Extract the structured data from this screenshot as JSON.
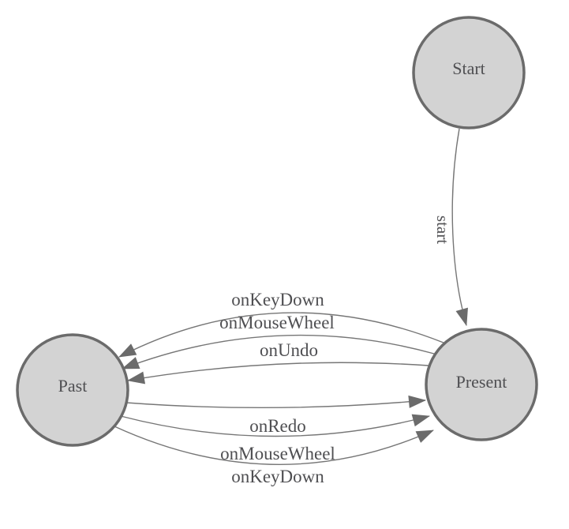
{
  "diagram": {
    "type": "state-machine",
    "background": "#ffffff",
    "colors": {
      "node_fill": "#d3d3d3",
      "node_border": "#6b6b6b",
      "edge_line": "#767676",
      "arrowhead": "#6b6b6b",
      "label_text": "#4f4f52"
    },
    "nodes": {
      "start": {
        "label": "Start"
      },
      "present": {
        "label": "Present"
      },
      "past": {
        "label": "Past"
      }
    },
    "edges": {
      "start_to_present": {
        "from": "Start",
        "to": "Present",
        "label": "start"
      },
      "present_to_past": [
        {
          "from": "Present",
          "to": "Past",
          "label": "onKeyDown"
        },
        {
          "from": "Present",
          "to": "Past",
          "label": "onMouseWheel"
        },
        {
          "from": "Present",
          "to": "Past",
          "label": "onUndo"
        }
      ],
      "past_to_present": [
        {
          "from": "Past",
          "to": "Present",
          "label": "onRedo"
        },
        {
          "from": "Past",
          "to": "Present",
          "label": "onMouseWheel"
        },
        {
          "from": "Past",
          "to": "Present",
          "label": "onKeyDown"
        }
      ]
    }
  }
}
